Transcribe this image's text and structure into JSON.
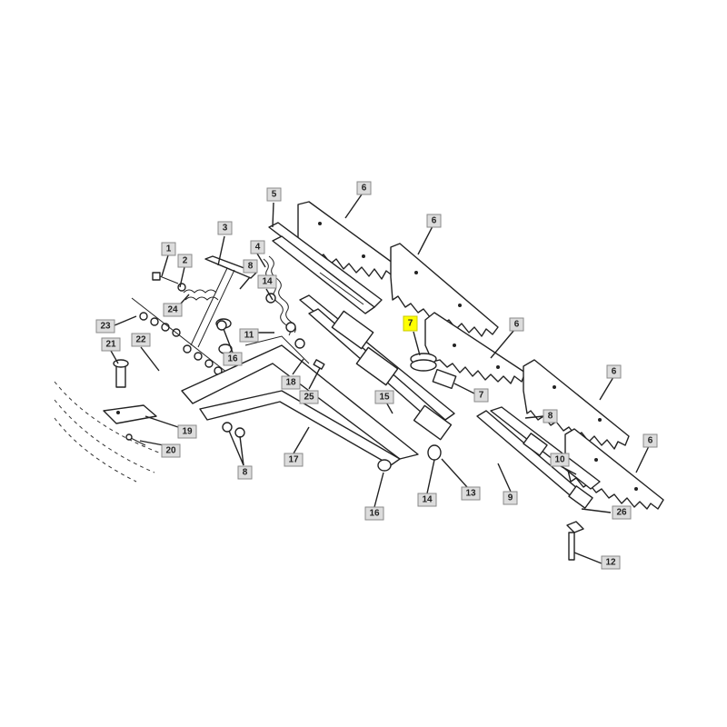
{
  "diagram": {
    "callouts": [
      {
        "id": "c1",
        "label": "1"
      },
      {
        "id": "c2",
        "label": "2"
      },
      {
        "id": "c3",
        "label": "3"
      },
      {
        "id": "c4",
        "label": "4"
      },
      {
        "id": "c5",
        "label": "5"
      },
      {
        "id": "c6a",
        "label": "6"
      },
      {
        "id": "c6b",
        "label": "6"
      },
      {
        "id": "c6c",
        "label": "6"
      },
      {
        "id": "c6d",
        "label": "6"
      },
      {
        "id": "c6e",
        "label": "6"
      },
      {
        "id": "c7a",
        "label": "7",
        "highlighted": true
      },
      {
        "id": "c7b",
        "label": "7"
      },
      {
        "id": "c8a",
        "label": "8"
      },
      {
        "id": "c8b",
        "label": "8"
      },
      {
        "id": "c8c",
        "label": "8"
      },
      {
        "id": "c9",
        "label": "9"
      },
      {
        "id": "c10",
        "label": "10"
      },
      {
        "id": "c11",
        "label": "11"
      },
      {
        "id": "c12",
        "label": "12"
      },
      {
        "id": "c13",
        "label": "13"
      },
      {
        "id": "c14a",
        "label": "14"
      },
      {
        "id": "c14b",
        "label": "14"
      },
      {
        "id": "c15",
        "label": "15"
      },
      {
        "id": "c16a",
        "label": "16"
      },
      {
        "id": "c16b",
        "label": "16"
      },
      {
        "id": "c17",
        "label": "17"
      },
      {
        "id": "c18",
        "label": "18"
      },
      {
        "id": "c19",
        "label": "19"
      },
      {
        "id": "c20",
        "label": "20"
      },
      {
        "id": "c21",
        "label": "21"
      },
      {
        "id": "c22",
        "label": "22"
      },
      {
        "id": "c23",
        "label": "23"
      },
      {
        "id": "c24",
        "label": "24"
      },
      {
        "id": "c25",
        "label": "25"
      },
      {
        "id": "c26",
        "label": "26"
      }
    ],
    "colors": {
      "background": "#ffffff",
      "line": "#222222",
      "callout_fill": "#dcdcdc",
      "highlight": "#ffff00"
    }
  }
}
